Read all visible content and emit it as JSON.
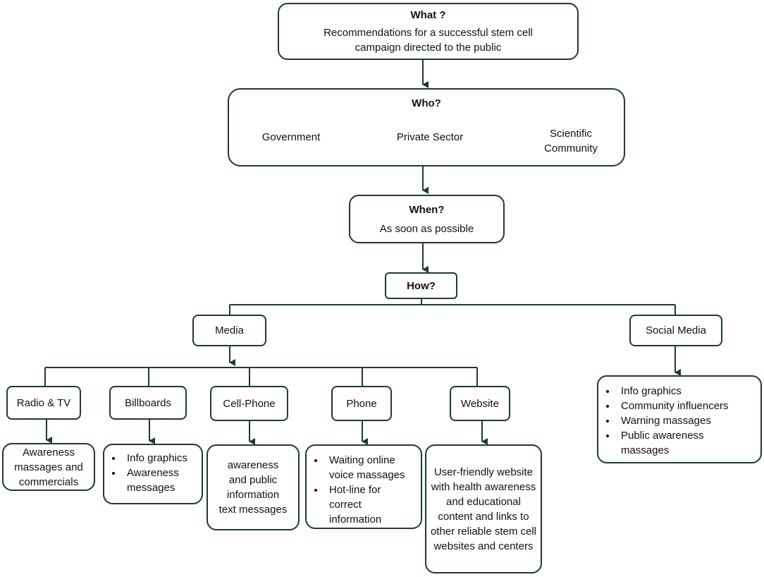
{
  "what": {
    "title": "What ?",
    "text": "Recommendations for a successful stem cell campaign directed to the public"
  },
  "who": {
    "title": "Who?",
    "items": [
      "Government",
      "Private Sector",
      "Scientific Community"
    ]
  },
  "when": {
    "title": "When?",
    "text": "As soon as possible"
  },
  "how": {
    "title": "How?"
  },
  "media": {
    "label": "Media",
    "channels": [
      {
        "label": "Radio & TV",
        "detail": "Awareness massages and commercials"
      },
      {
        "label": "Billboards",
        "bullets": [
          "Info graphics",
          "Awareness messages"
        ]
      },
      {
        "label": "Cell-Phone",
        "detail": "awareness and public information text messages"
      },
      {
        "label": "Phone",
        "bullets": [
          "Waiting online voice massages",
          "Hot-line for correct information"
        ]
      },
      {
        "label": "Website",
        "detail": "User-friendly website with health awareness and educational content and links to other reliable stem cell websites and centers"
      }
    ]
  },
  "social_media": {
    "label": "Social Media",
    "bullets": [
      "Info graphics",
      "Community influencers",
      "Warning massages",
      "Public awareness massages"
    ]
  }
}
